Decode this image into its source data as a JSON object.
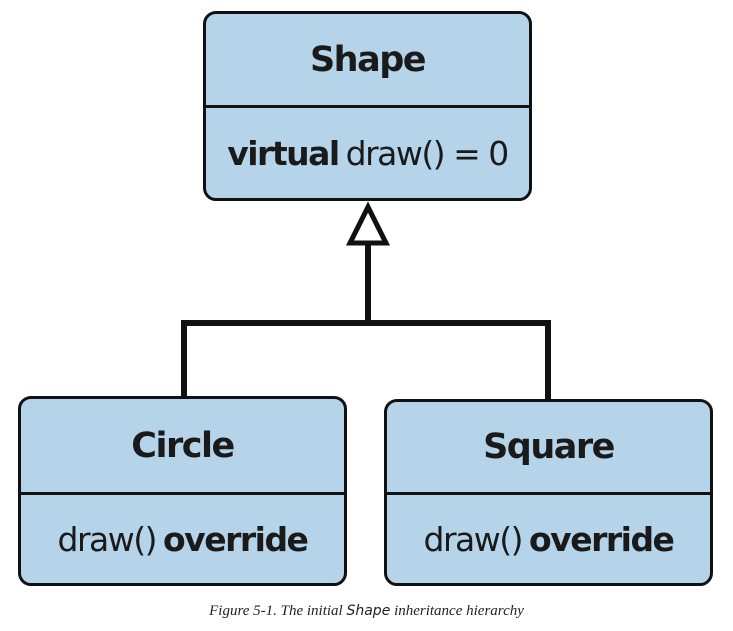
{
  "diagram": {
    "shape": {
      "title": "Shape",
      "method_keyword": "virtual",
      "method_rest": "draw() = 0"
    },
    "circle": {
      "title": "Circle",
      "method_rest": "draw()",
      "method_keyword": "override"
    },
    "square": {
      "title": "Square",
      "method_rest": "draw()",
      "method_keyword": "override"
    }
  },
  "caption": {
    "prefix": "Figure 5-1. The initial ",
    "code": "Shape",
    "suffix": " inheritance hierarchy"
  },
  "colors": {
    "box_fill": "#b5d4ea",
    "outline": "#111111",
    "arrowhead_fill": "#ffffff"
  }
}
